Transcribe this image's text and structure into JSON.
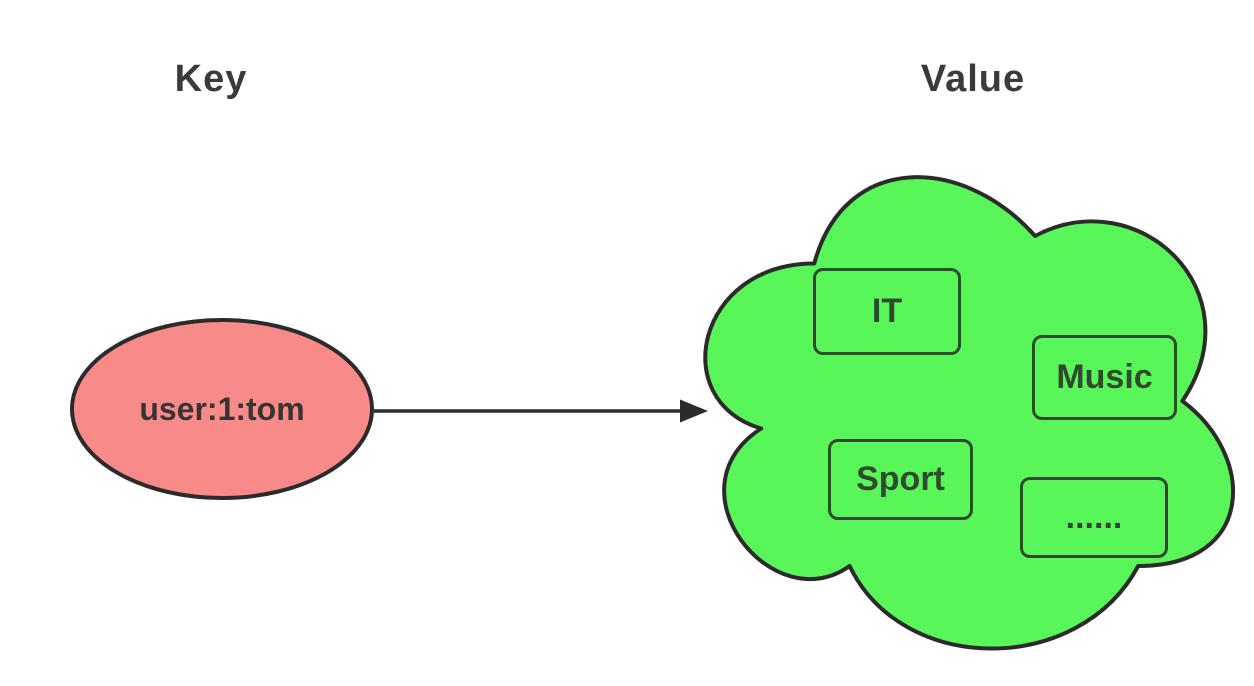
{
  "canvas": {
    "background": "#ffffff"
  },
  "headings": {
    "key": "Key",
    "value": "Value"
  },
  "key_node": {
    "label": "user:1:tom",
    "fill": "#f98a8a",
    "stroke": "#2b2b2b"
  },
  "arrow": {
    "color": "#2b2b2b"
  },
  "value_cloud": {
    "fill": "#58f658",
    "stroke": "#2b2b2b",
    "categories": [
      {
        "label": "IT"
      },
      {
        "label": "Music"
      },
      {
        "label": "Sport"
      },
      {
        "label": "......"
      }
    ]
  }
}
